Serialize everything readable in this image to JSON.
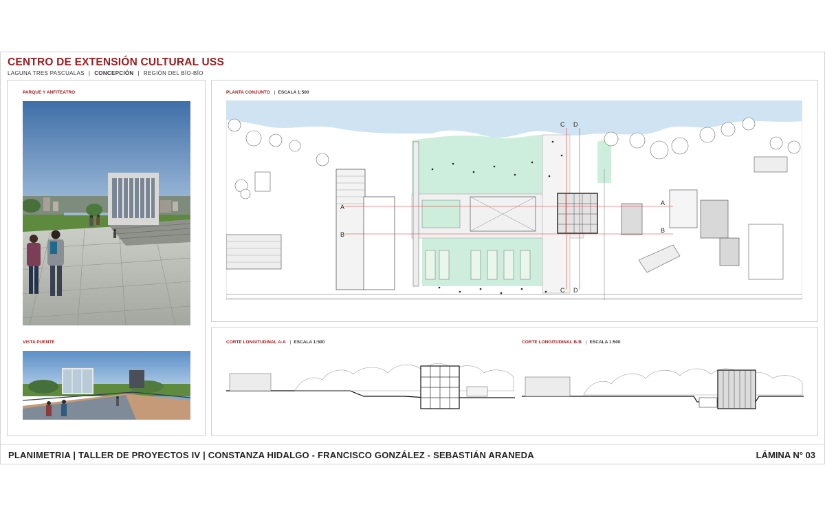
{
  "header": {
    "title": "CENTRO DE EXTENSIÓN CULTURAL USS",
    "subtitle": {
      "place": "LAGUNA TRES PASCUALAS",
      "city": "CONCEPCIÓN",
      "region": "REGIÓN DEL BÍO-BÍO",
      "separator": "|"
    }
  },
  "panels": {
    "parque": {
      "label": "PARQUE Y ANFITEATRO"
    },
    "puente": {
      "label": "VISTA PUENTE"
    },
    "planta": {
      "label": "PLANTA CONJUNTO",
      "separator": "|",
      "scale": "ESCALA 1:500"
    },
    "corte_a": {
      "label": "CORTE LONGITUDINAL A-A",
      "separator": "|",
      "scale": "ESCALA 1:500"
    },
    "corte_b": {
      "label": "CORTE LONGITUDINAL B-B",
      "separator": "|",
      "scale": "ESCALA 1:500"
    }
  },
  "plan_markers": {
    "a": "A",
    "b": "B",
    "c": "C",
    "d": "D"
  },
  "footer": {
    "left": "PLANIMETRIA  | TALLER DE PROYECTOS IV | CONSTANZA HIDALGO - FRANCISCO GONZÁLEZ - SEBASTIÁN ARANEDA",
    "right": "LÁMINA N° 03"
  },
  "colors": {
    "accent": "#9b1b1f",
    "water": "#cfe3f3",
    "green": "#cdeedd",
    "sky": "#6f97c4"
  }
}
